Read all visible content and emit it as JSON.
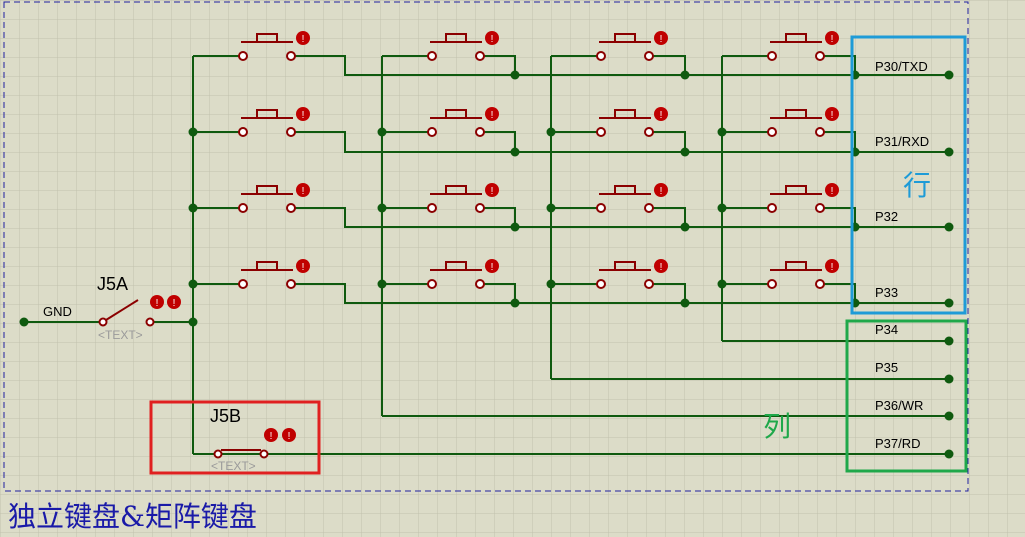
{
  "pins": {
    "p30": "P30/TXD",
    "p31": "P31/RXD",
    "p32": "P32",
    "p33": "P33",
    "p34": "P34",
    "p35": "P35",
    "p36": "P36/WR",
    "p37": "P37/RD"
  },
  "gnd_label": "GND",
  "jumpers": {
    "j5a": {
      "ref": "J5A",
      "text": "<TEXT>"
    },
    "j5b": {
      "ref": "J5B",
      "text": "<TEXT>"
    }
  },
  "groups": {
    "rows_label": "行",
    "columns_label": "列"
  },
  "caption": "独立键盘&矩阵键盘",
  "colors": {
    "wire": "#0f5a0f",
    "component": "#8b0000",
    "rows_box": "#1e9bd7",
    "columns_box": "#1fa84a",
    "highlight_box": "#e02020",
    "sheet_border": "#2020a0",
    "grid_line": "#c2c2ae",
    "background": "#dcdcc8"
  }
}
